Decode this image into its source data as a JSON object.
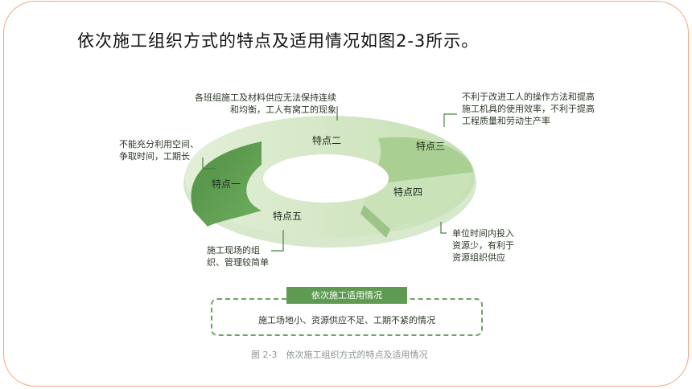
{
  "slide": {
    "title": "依次施工组织方式的特点及适用情况如图2-3所示。"
  },
  "diagram": {
    "segments": [
      {
        "label": "特点一"
      },
      {
        "label": "特点二"
      },
      {
        "label": "特点三"
      },
      {
        "label": "特点四"
      },
      {
        "label": "特点五"
      }
    ],
    "callouts": {
      "c1": [
        "不能充分利用空间、",
        "争取时间，工期长"
      ],
      "c2": [
        "各班组施工及材料供应无法保持连续",
        "和均衡，工人有窝工的现象"
      ],
      "c3": [
        "不利于改进工人的操作方法和提高",
        "施工机具的使用效率，不利于提高",
        "工程质量和劳动生产率"
      ],
      "c4": [
        "单位时间内投入",
        "资源少，有利于",
        "资源组织供应"
      ],
      "c5": [
        "施工现场的组",
        "织、管理较简单"
      ]
    },
    "applicable_title": "依次施工适用情况",
    "applicable_text": "施工场地小、资源供应不足、工期不紧的情况",
    "caption": "图 2-3　依次施工组织方式的特点及适用情况"
  },
  "colors": {
    "frame_border": "#f0a884",
    "dark_green": "#5e9a52",
    "light_green": "#b9d8a8"
  }
}
